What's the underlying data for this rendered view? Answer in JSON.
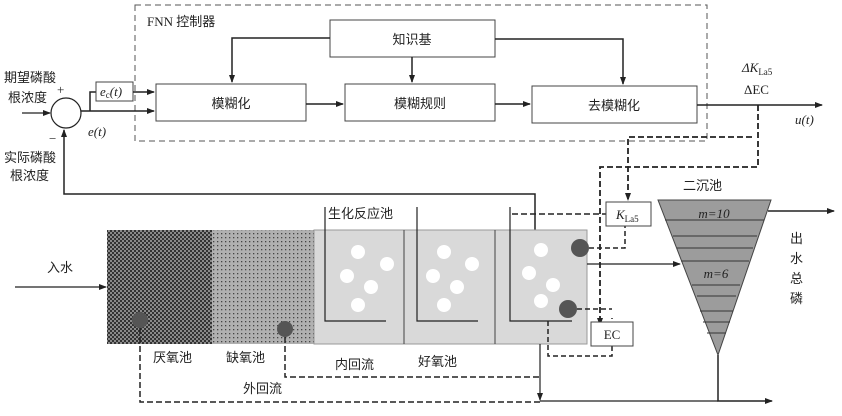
{
  "title": "FNN 控制器",
  "controller": {
    "title": "FNN 控制器",
    "knowledge_base": "知识基",
    "fuzzify": "模糊化",
    "fuzzy_rules": "模糊规则",
    "defuzzify": "去模糊化"
  },
  "signals": {
    "setpoint_line1": "期望磷酸",
    "setpoint_line2": "根浓度",
    "actual_line1": "实际磷酸",
    "actual_line2": "根浓度",
    "plus": "+",
    "minus": "−",
    "ec_t_main": "e",
    "ec_t_sub": "c",
    "ec_t_rest": "(t)",
    "e_t": "e(t)",
    "u_t": "u(t)",
    "delta_kla_main": "ΔK",
    "delta_kla_sub": "La5",
    "delta_ec": "ΔEC"
  },
  "process": {
    "inflow": "入水",
    "reactor_label": "生化反应池",
    "anaerobic": "厌氧池",
    "anoxic": "缺氧池",
    "internal_recycle": "内回流",
    "aerobic": "好氧池",
    "external_recycle": "外回流",
    "kla_box_main": "K",
    "kla_box_sub": "La5",
    "ec_box": "EC",
    "clarifier": "二沉池",
    "layer_top": "m=10",
    "layer_mid": "m=6",
    "effluent_chars": [
      "出",
      "水",
      "总",
      "磷"
    ]
  },
  "colors": {
    "anaerobic": "#555555",
    "anoxic": "#9a9a9a",
    "aerobic": "#d9d9d9",
    "clarifier": "#9c9c9c",
    "sensor": "#555555",
    "line": "#222222"
  }
}
